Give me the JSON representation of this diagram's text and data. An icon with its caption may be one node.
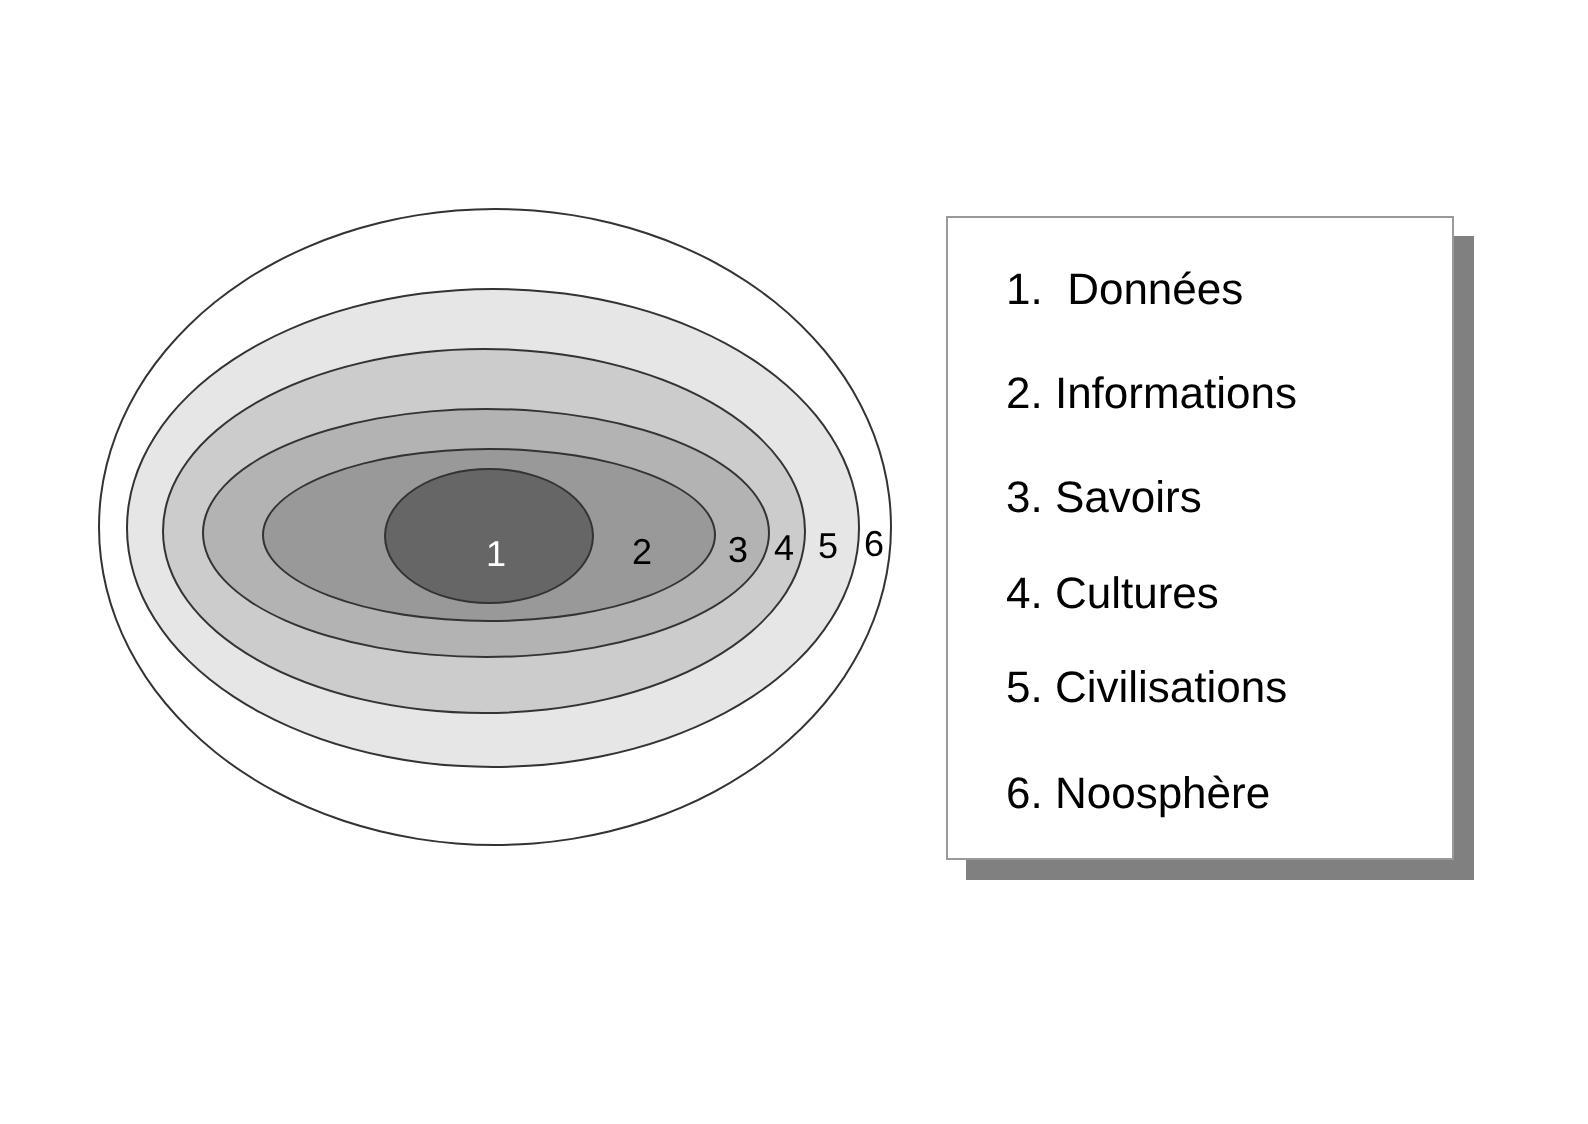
{
  "diagram": {
    "nodes": [
      {
        "text": [
          "6"
        ]
      },
      {
        "text": [
          "5"
        ],
        "in": 0
      },
      {
        "text": [
          "4"
        ],
        "in": 1
      },
      {
        "text": [
          "3"
        ],
        "in": 2
      },
      {
        "text": [
          "2"
        ],
        "in": 3
      },
      {
        "text": [
          "1"
        ],
        "in": 4
      },
      {
        "text": [
          "1.  Données",
          "2. Informations",
          "3. Savoirs",
          "4. Cultures",
          "5. Civilisations",
          "6. Noosphère"
        ]
      }
    ]
  }
}
